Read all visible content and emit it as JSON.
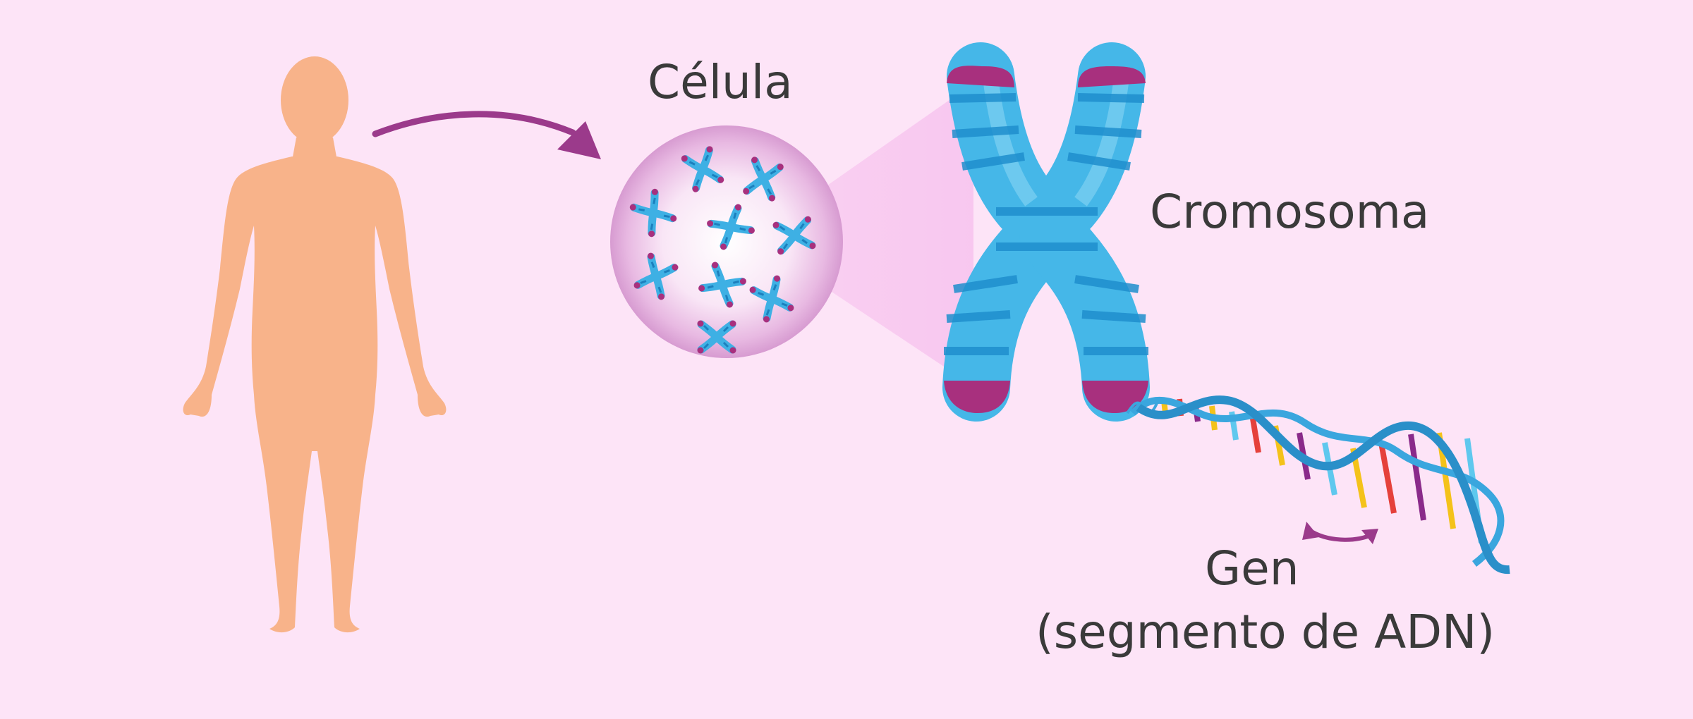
{
  "labels": {
    "cell": "Célula",
    "chromosome": "Cromosoma",
    "gene": "Gen",
    "gene_detail": "(segmento de ADN)"
  },
  "colors": {
    "background": "#fde4f7",
    "body": "#f8b38a",
    "arrow": "#9b3a8b",
    "chromosome_blue": "#45b7e8",
    "chromosome_dark": "#1f8fcd",
    "chromosome_tip": "#a8307e",
    "dna_strand": "#3aa6de",
    "text": "#3a3a3a"
  },
  "icons": {
    "body": "human-silhouette-icon",
    "cell": "cell-icon",
    "chromosome": "chromosome-icon",
    "dna": "dna-helix-icon"
  }
}
